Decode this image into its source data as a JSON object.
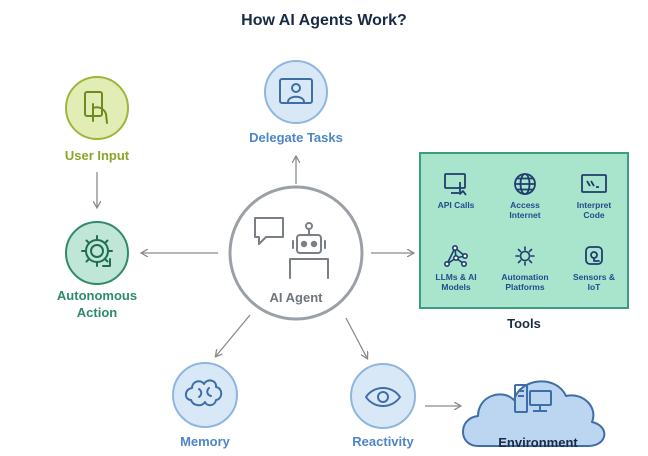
{
  "title": "How AI Agents Work?",
  "center": {
    "label": "AI Agent"
  },
  "nodes": {
    "user_input": "User Input",
    "delegate_tasks": "Delegate Tasks",
    "autonomous_action_line1": "Autonomous",
    "autonomous_action_line2": "Action",
    "memory": "Memory",
    "reactivity": "Reactivity",
    "environment": "Environment"
  },
  "tools": {
    "title": "Tools",
    "items": [
      {
        "line1": "API Calls",
        "line2": "",
        "icon": "monitor-cursor-icon"
      },
      {
        "line1": "Access",
        "line2": "Internet",
        "icon": "globe-icon"
      },
      {
        "line1": "Interpret",
        "line2": "Code",
        "icon": "code-window-icon"
      },
      {
        "line1": "LLMs & AI",
        "line2": "Models",
        "icon": "network-nodes-icon"
      },
      {
        "line1": "Automation",
        "line2": "Platforms",
        "icon": "automation-gear-icon"
      },
      {
        "line1": "Sensors &",
        "line2": "IoT",
        "icon": "sensor-chip-icon"
      }
    ]
  },
  "colors": {
    "user_input": "#8aa52a",
    "autonomous": "#2e8b6a",
    "blue_label": "#4d86c6",
    "circle_blue_fill": "#d9e8f7",
    "circle_blue_stroke": "#8fb6e0",
    "tools_fill": "#a9e4cd",
    "tools_stroke": "#3a9e7c",
    "environment_cloud": "#bcd6f2",
    "title": "#1a2a44"
  }
}
